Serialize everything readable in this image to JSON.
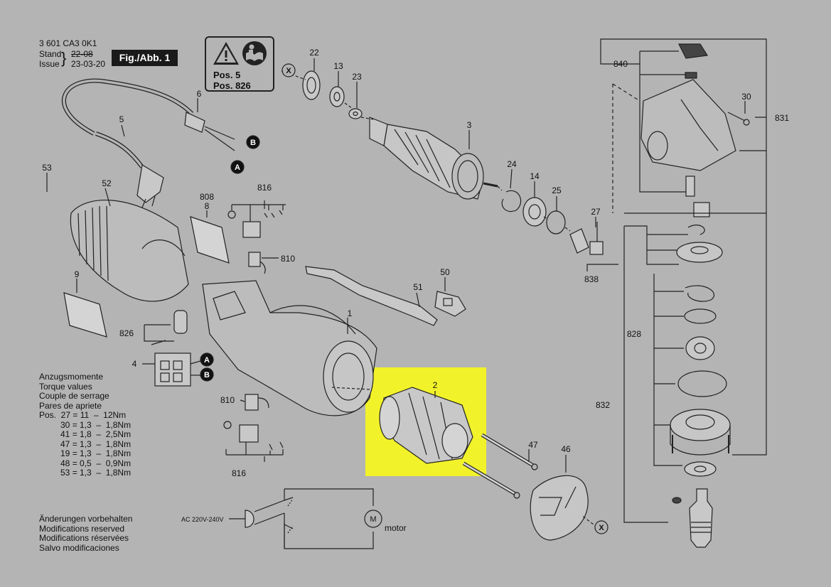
{
  "header": {
    "number": "3 601 CA3 0K1",
    "stand_label": "Stand",
    "issue_label": "Issue",
    "stand_date": "22-08",
    "issue_date": "23-03-20",
    "figure_label": "Fig./Abb. 1"
  },
  "warning_box": {
    "pos1": "Pos. 5",
    "pos2": "Pos. 826",
    "icons": [
      "warning-triangle-icon",
      "read-manual-icon"
    ]
  },
  "torque": {
    "lines": [
      "Anzugsmomente",
      "Torque values",
      "Couple de serrage",
      "Pares de apriete"
    ],
    "rows": [
      "Pos.  27 = 11  –  12Nm",
      "         30 = 1,3  –  1,8Nm",
      "         41 = 1,8  –  2,5Nm",
      "         47 = 1,3  –  1,8Nm",
      "         19 = 1,3  –  1,8Nm",
      "         48 = 0,5  –  0,9Nm",
      "         53 = 1,3  –  1,8Nm"
    ]
  },
  "modifications": [
    "Änderungen vorbehalten",
    "Modifications reserved",
    "Modifications réservées",
    "Salvo modificaciones"
  ],
  "wiring": {
    "supply": "AC 220V-240V",
    "motor_symbol": "M",
    "motor_label": "motor"
  },
  "markers": {
    "a": "A",
    "b": "B",
    "x": "X"
  },
  "parts": {
    "p1": "1",
    "p2": "2",
    "p3": "3",
    "p4": "4",
    "p5": "5",
    "p6": "6",
    "p8": "8",
    "p9": "9",
    "p13": "13",
    "p14": "14",
    "p22": "22",
    "p23": "23",
    "p24": "24",
    "p25": "25",
    "p27": "27",
    "p30": "30",
    "p46": "46",
    "p47": "47",
    "p50": "50",
    "p51": "51",
    "p52": "52",
    "p53": "53",
    "p808": "808",
    "p810": "810",
    "p816": "816",
    "p826": "826",
    "p828": "828",
    "p831": "831",
    "p832": "832",
    "p838": "838",
    "p840": "840"
  },
  "highlight_color": "#f2f22a"
}
